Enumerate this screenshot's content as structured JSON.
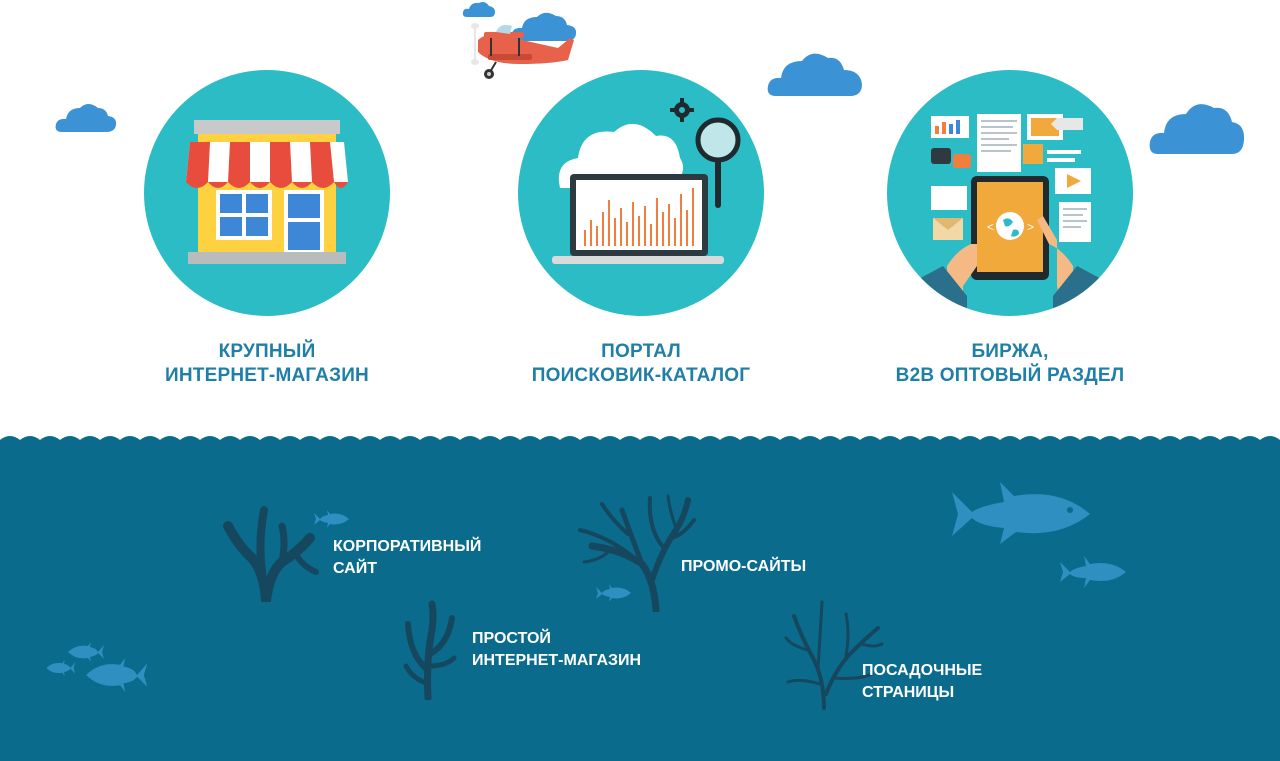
{
  "top_items": [
    {
      "line1": "КРУПНЫЙ",
      "line2": "ИНТЕРНЕТ-МАГАЗИН",
      "icon": "storefront-icon"
    },
    {
      "line1": "ПОРТАЛ",
      "line2": "ПОИСКОВИК-КАТАЛОГ",
      "icon": "laptop-search-icon"
    },
    {
      "line1": "БИРЖА,",
      "line2": "B2B ОПТОВЫЙ РАЗДЕЛ",
      "icon": "tablet-exchange-icon"
    }
  ],
  "sea_items": [
    {
      "line1": "КОРПОРАТИВНЫЙ",
      "line2": "САЙТ"
    },
    {
      "line1": "ПРОМО-САЙТЫ"
    },
    {
      "line1": "ПРОСТОЙ",
      "line2": "ИНТЕРНЕТ-МАГАЗИН"
    },
    {
      "line1": "ПОСАДОЧНЫЕ",
      "line2": "СТРАНИЦЫ"
    }
  ],
  "colors": {
    "circle": "#2cbcc5",
    "title_text": "#1f7fa8",
    "sea": "#0a6b8d",
    "cloud": "#3b93d6",
    "coral": "#15485e",
    "fish": "#2e8fc0"
  }
}
